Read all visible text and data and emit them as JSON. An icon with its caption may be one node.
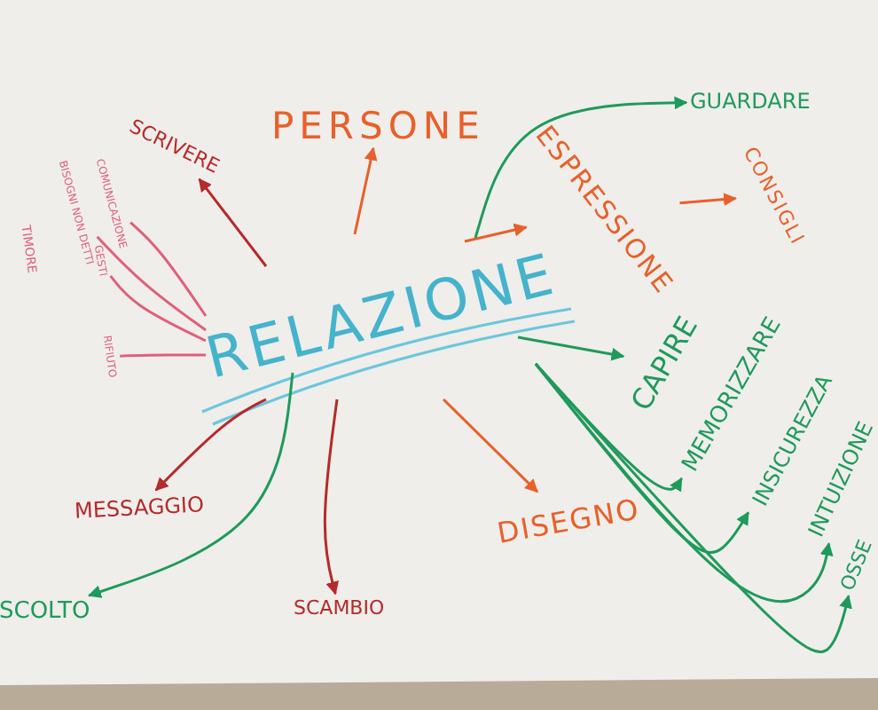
{
  "diagram": {
    "nodes": [
      {
        "text": [
          "RELAZIONE"
        ]
      },
      {
        "text": [
          "SCRIVERE"
        ]
      },
      {
        "text": [
          "PERSONE"
        ]
      },
      {
        "text": [
          "ESPRESSIONE"
        ]
      },
      {
        "text": [
          "GUARDARE"
        ]
      },
      {
        "text": [
          "CONSIGLI"
        ]
      },
      {
        "text": [
          "CAPIRE"
        ]
      },
      {
        "text": [
          "MEMORIZZARE"
        ]
      },
      {
        "text": [
          "INSICUREZZA"
        ]
      },
      {
        "text": [
          "INTUIZIONE"
        ]
      },
      {
        "text": [
          "OSSE"
        ]
      },
      {
        "text": [
          "DISEGNO"
        ]
      },
      {
        "text": [
          "SCAMBIO"
        ]
      },
      {
        "text": [
          "MESSAGGIO"
        ]
      },
      {
        "text": [
          "SCOLTO"
        ]
      },
      {
        "text": [
          "COMUNICAZIONE"
        ]
      },
      {
        "text": [
          "BISOGNI NON DETTI"
        ]
      },
      {
        "text": [
          "GESTI"
        ]
      },
      {
        "text": [
          "TIMORE"
        ]
      },
      {
        "text": [
          "RIFIUTO"
        ]
      }
    ],
    "edges": [
      {
        "from": 0,
        "to": 1,
        "arrow": "to",
        "color": "#b52a2a"
      },
      {
        "from": 0,
        "to": 2,
        "arrow": "to",
        "color": "#e8602a"
      },
      {
        "from": 0,
        "to": 3,
        "arrow": "to",
        "color": "#e8602a"
      },
      {
        "from": 0,
        "to": 4,
        "arrow": "to"
      },
      {
        "from": 3,
        "to": 5,
        "arrow": "to",
        "color": "#e8602a"
      },
      {
        "from": 0,
        "to": 6,
        "arrow": "to"
      },
      {
        "from": 0,
        "to": 7,
        "arrow": "to"
      },
      {
        "from": 0,
        "to": 8,
        "arrow": "to"
      },
      {
        "from": 0,
        "to": 9,
        "arrow": "to"
      },
      {
        "from": 0,
        "to": 10,
        "arrow": "to"
      },
      {
        "from": 0,
        "to": 11,
        "arrow": "to",
        "color": "#e8602a"
      },
      {
        "from": 0,
        "to": 12,
        "arrow": "to",
        "color": "#b52a2a"
      },
      {
        "from": 0,
        "to": 13,
        "arrow": "to",
        "color": "#b52a2a"
      },
      {
        "from": 0,
        "to": 14,
        "arrow": "to"
      },
      {
        "from": 0,
        "to": 15,
        "arrow": "none",
        "color": "#e0607a"
      },
      {
        "from": 0,
        "to": 16,
        "arrow": "none",
        "color": "#e0607a"
      },
      {
        "from": 0,
        "to": 17,
        "arrow": "none",
        "color": "#e0607a"
      },
      {
        "from": 0,
        "to": 19,
        "arrow": "none",
        "color": "#e0607a"
      }
    ]
  }
}
